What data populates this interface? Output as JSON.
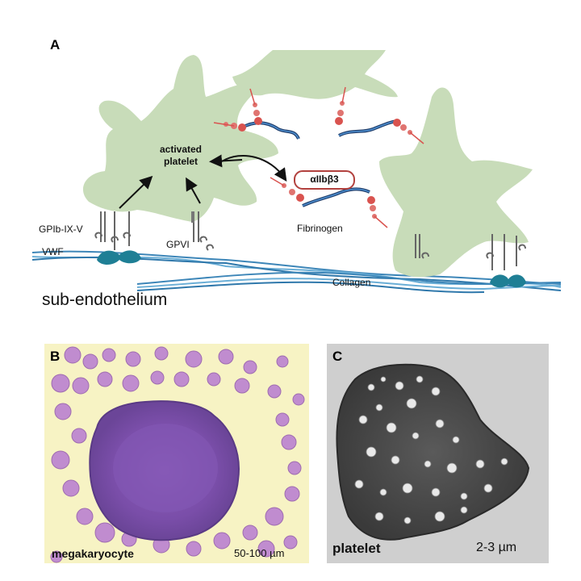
{
  "panel_a": {
    "letter": "A",
    "activated_platelet_line1": "activated",
    "activated_platelet_line2": "platelet",
    "integrin": "αIIbβ3",
    "fibrinogen": "Fibrinogen",
    "gpib": "GPIb-IX-V",
    "vwf": "VWF",
    "gpvi": "GPVI",
    "collagen": "Collagen",
    "subendothelium": "sub-endothelium"
  },
  "panel_b": {
    "letter": "B",
    "cell_label": "megakaryocyte",
    "size_label": "50-100 µm"
  },
  "panel_c": {
    "letter": "C",
    "cell_label": "platelet",
    "size_label": "2-3 µm"
  },
  "colors": {
    "platelet_fill": "#c8dcb9",
    "collagen": "#4a8fbf",
    "fibrinogen_red": "#d9534f",
    "vwf_teal": "#1f7f95",
    "panel_b_bg": "#f7f3c4",
    "megakaryocyte": "#7a4fa8",
    "panel_c_bg": "#cfcfcf"
  }
}
